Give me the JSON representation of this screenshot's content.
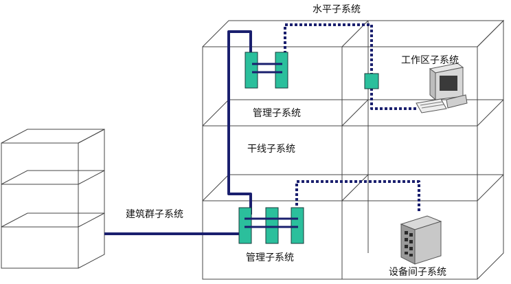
{
  "labels": {
    "horizontal": "水平子系统",
    "work_area": "工作区子系统",
    "mgmt_top": "管理子系统",
    "backbone": "干线子系统",
    "campus": "建筑群子系统",
    "mgmt_bottom": "管理子系统",
    "equipment_room": "设备间子系统"
  },
  "colors": {
    "cable": "#1a1f6e",
    "panel": "#2bbf9c",
    "outlet": "#2bbf9c",
    "frame": "#444444"
  },
  "icons": {
    "computer": "desktop-computer-icon",
    "server": "server-icon"
  }
}
